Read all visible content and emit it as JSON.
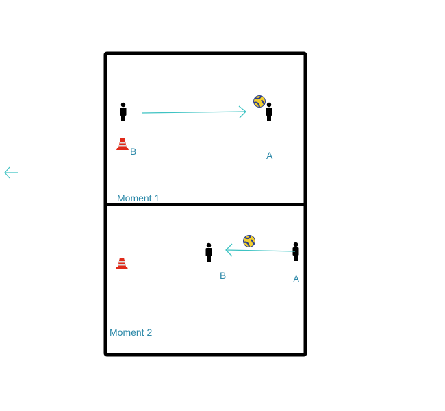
{
  "colors": {
    "court": "#000000",
    "arrow": "#3ec3c3",
    "label": "#2b88a8"
  },
  "moments": [
    {
      "title": "Moment 1",
      "players": [
        {
          "label": "B"
        },
        {
          "label": "A"
        }
      ]
    },
    {
      "title": "Moment 2",
      "players": [
        {
          "label": "B"
        },
        {
          "label": "A"
        }
      ]
    }
  ]
}
